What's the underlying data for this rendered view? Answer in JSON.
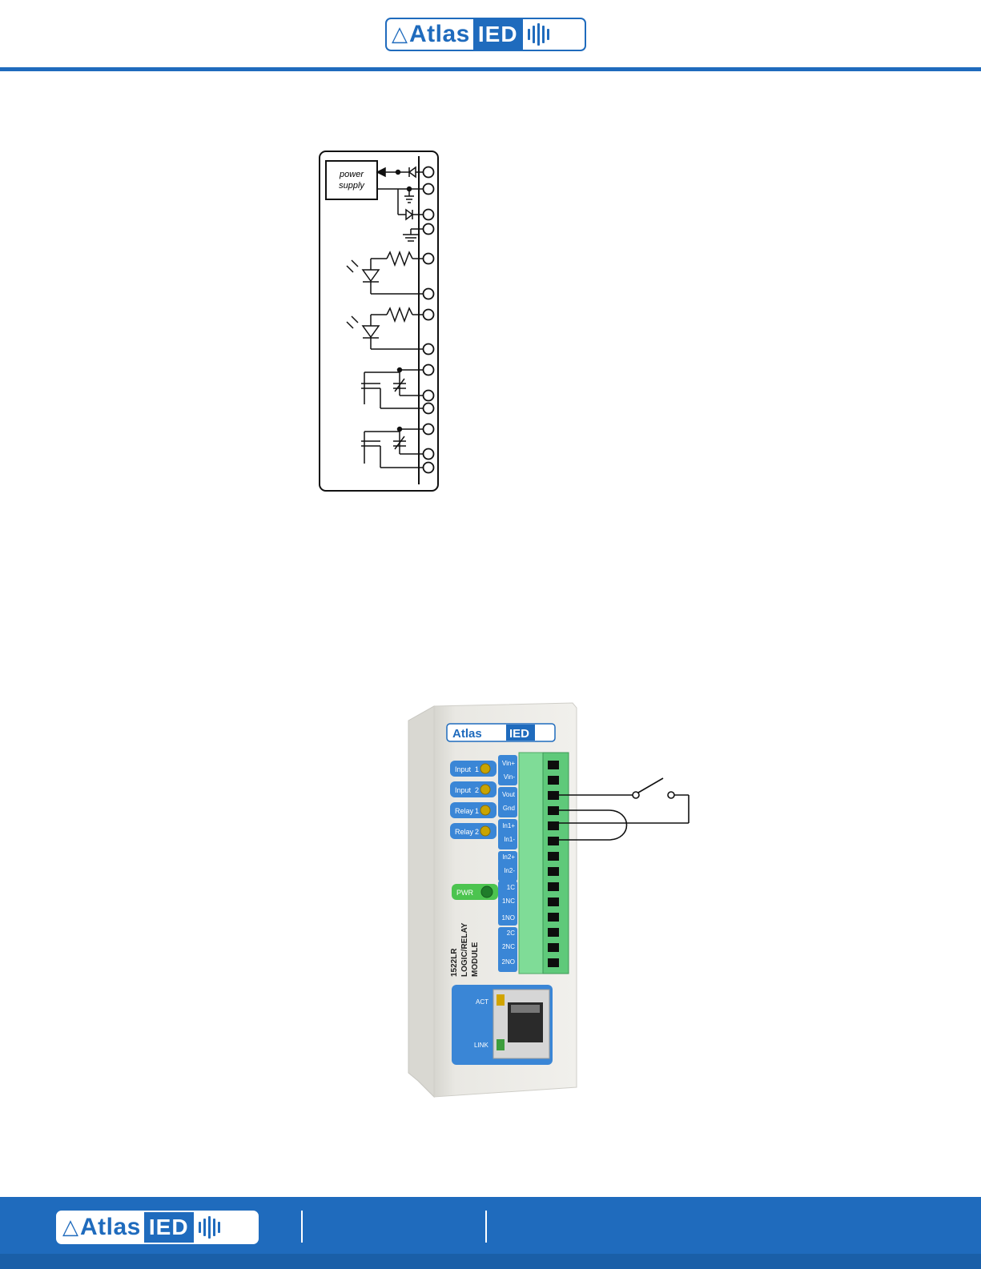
{
  "brand": {
    "name_part1": "Atlas",
    "name_part2": "IED"
  },
  "schematic": {
    "power_supply_line1": "power",
    "power_supply_line2": "supply"
  },
  "device": {
    "leds": [
      {
        "label": "Input",
        "num": "1"
      },
      {
        "label": "Input",
        "num": "2"
      },
      {
        "label": "Relay",
        "num": "1"
      },
      {
        "label": "Relay",
        "num": "2"
      }
    ],
    "pwr_label": "PWR",
    "model_lines": [
      "1522LR",
      "LOGIC/RELAY",
      "MODULE"
    ],
    "terminal_labels": [
      "Vin+",
      "Vin-",
      "Vout",
      "Gnd",
      "In1+",
      "In1-",
      "In2+",
      "In2-",
      "1C",
      "1NC",
      "1NO",
      "2C",
      "2NC",
      "2NO"
    ],
    "act_label": "ACT",
    "link_label": "LINK"
  },
  "colors": {
    "brand_blue": "#1f6bbd",
    "terminal_green": "#6fd08a",
    "device_body": "#ecebe6"
  }
}
